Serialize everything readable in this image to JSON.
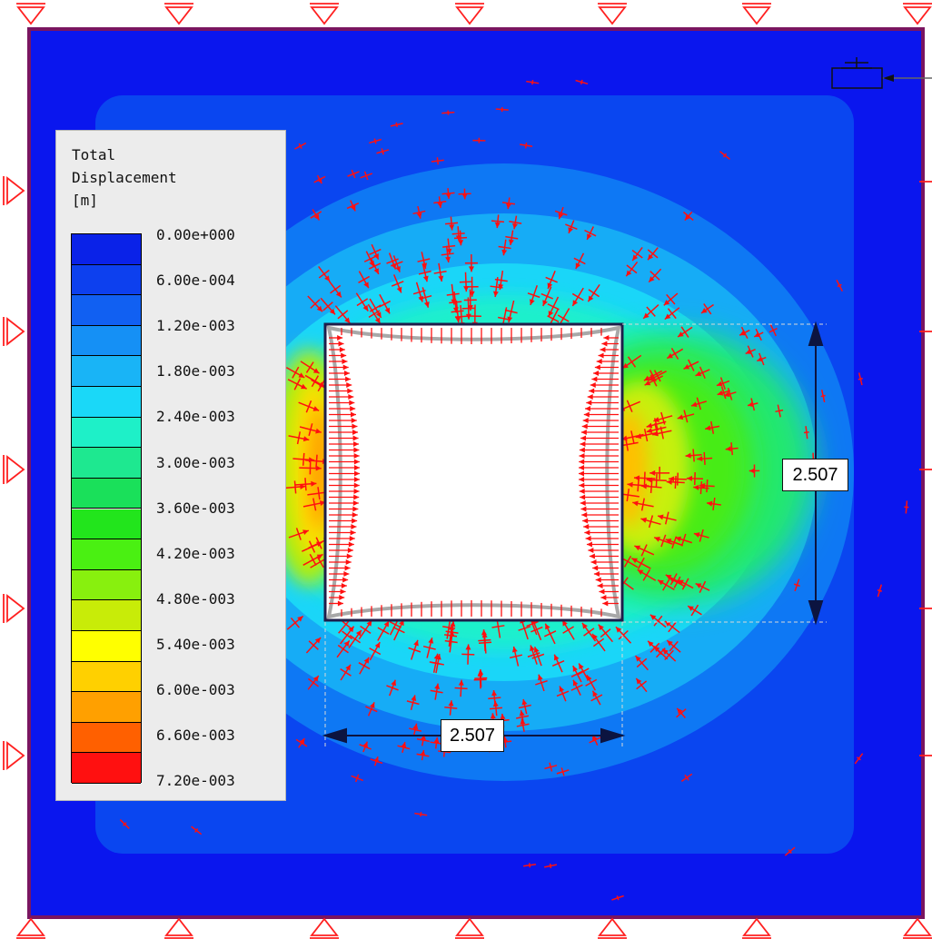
{
  "legend": {
    "title_lines": [
      "Total",
      "Displacement",
      "[m]"
    ],
    "labels": [
      "0.00e+000",
      "6.00e-004",
      "1.20e-003",
      "1.80e-003",
      "2.40e-003",
      "3.00e-003",
      "3.60e-003",
      "4.20e-003",
      "4.80e-003",
      "5.40e-003",
      "6.00e-003",
      "6.60e-003",
      "7.20e-003"
    ],
    "band_colors": [
      "#0a22e8",
      "#0d40ee",
      "#1160f2",
      "#1590f5",
      "#19b4f6",
      "#1ad8f8",
      "#1ef0c8",
      "#1ee890",
      "#1ae05a",
      "#22e51c",
      "#4af012",
      "#88f00e",
      "#c8ec08",
      "#ffff00",
      "#ffd000",
      "#ffa000",
      "#ff6000",
      "#ff1010"
    ]
  },
  "dimensions": {
    "vertical_label": "2.507",
    "horizontal_label": "2.507"
  },
  "colors": {
    "background": "#0a16ee",
    "model_border": "#7a1560",
    "restraint": "#ff2020",
    "vector": "#ff1010",
    "excavation_outline": "#1e1e4a",
    "deformed_outline": "#a8a8a8",
    "dimension_line": "#0c1440"
  },
  "icons": [
    "roller-support-icon",
    "piezometer-icon",
    "displacement-vector-icon"
  ]
}
